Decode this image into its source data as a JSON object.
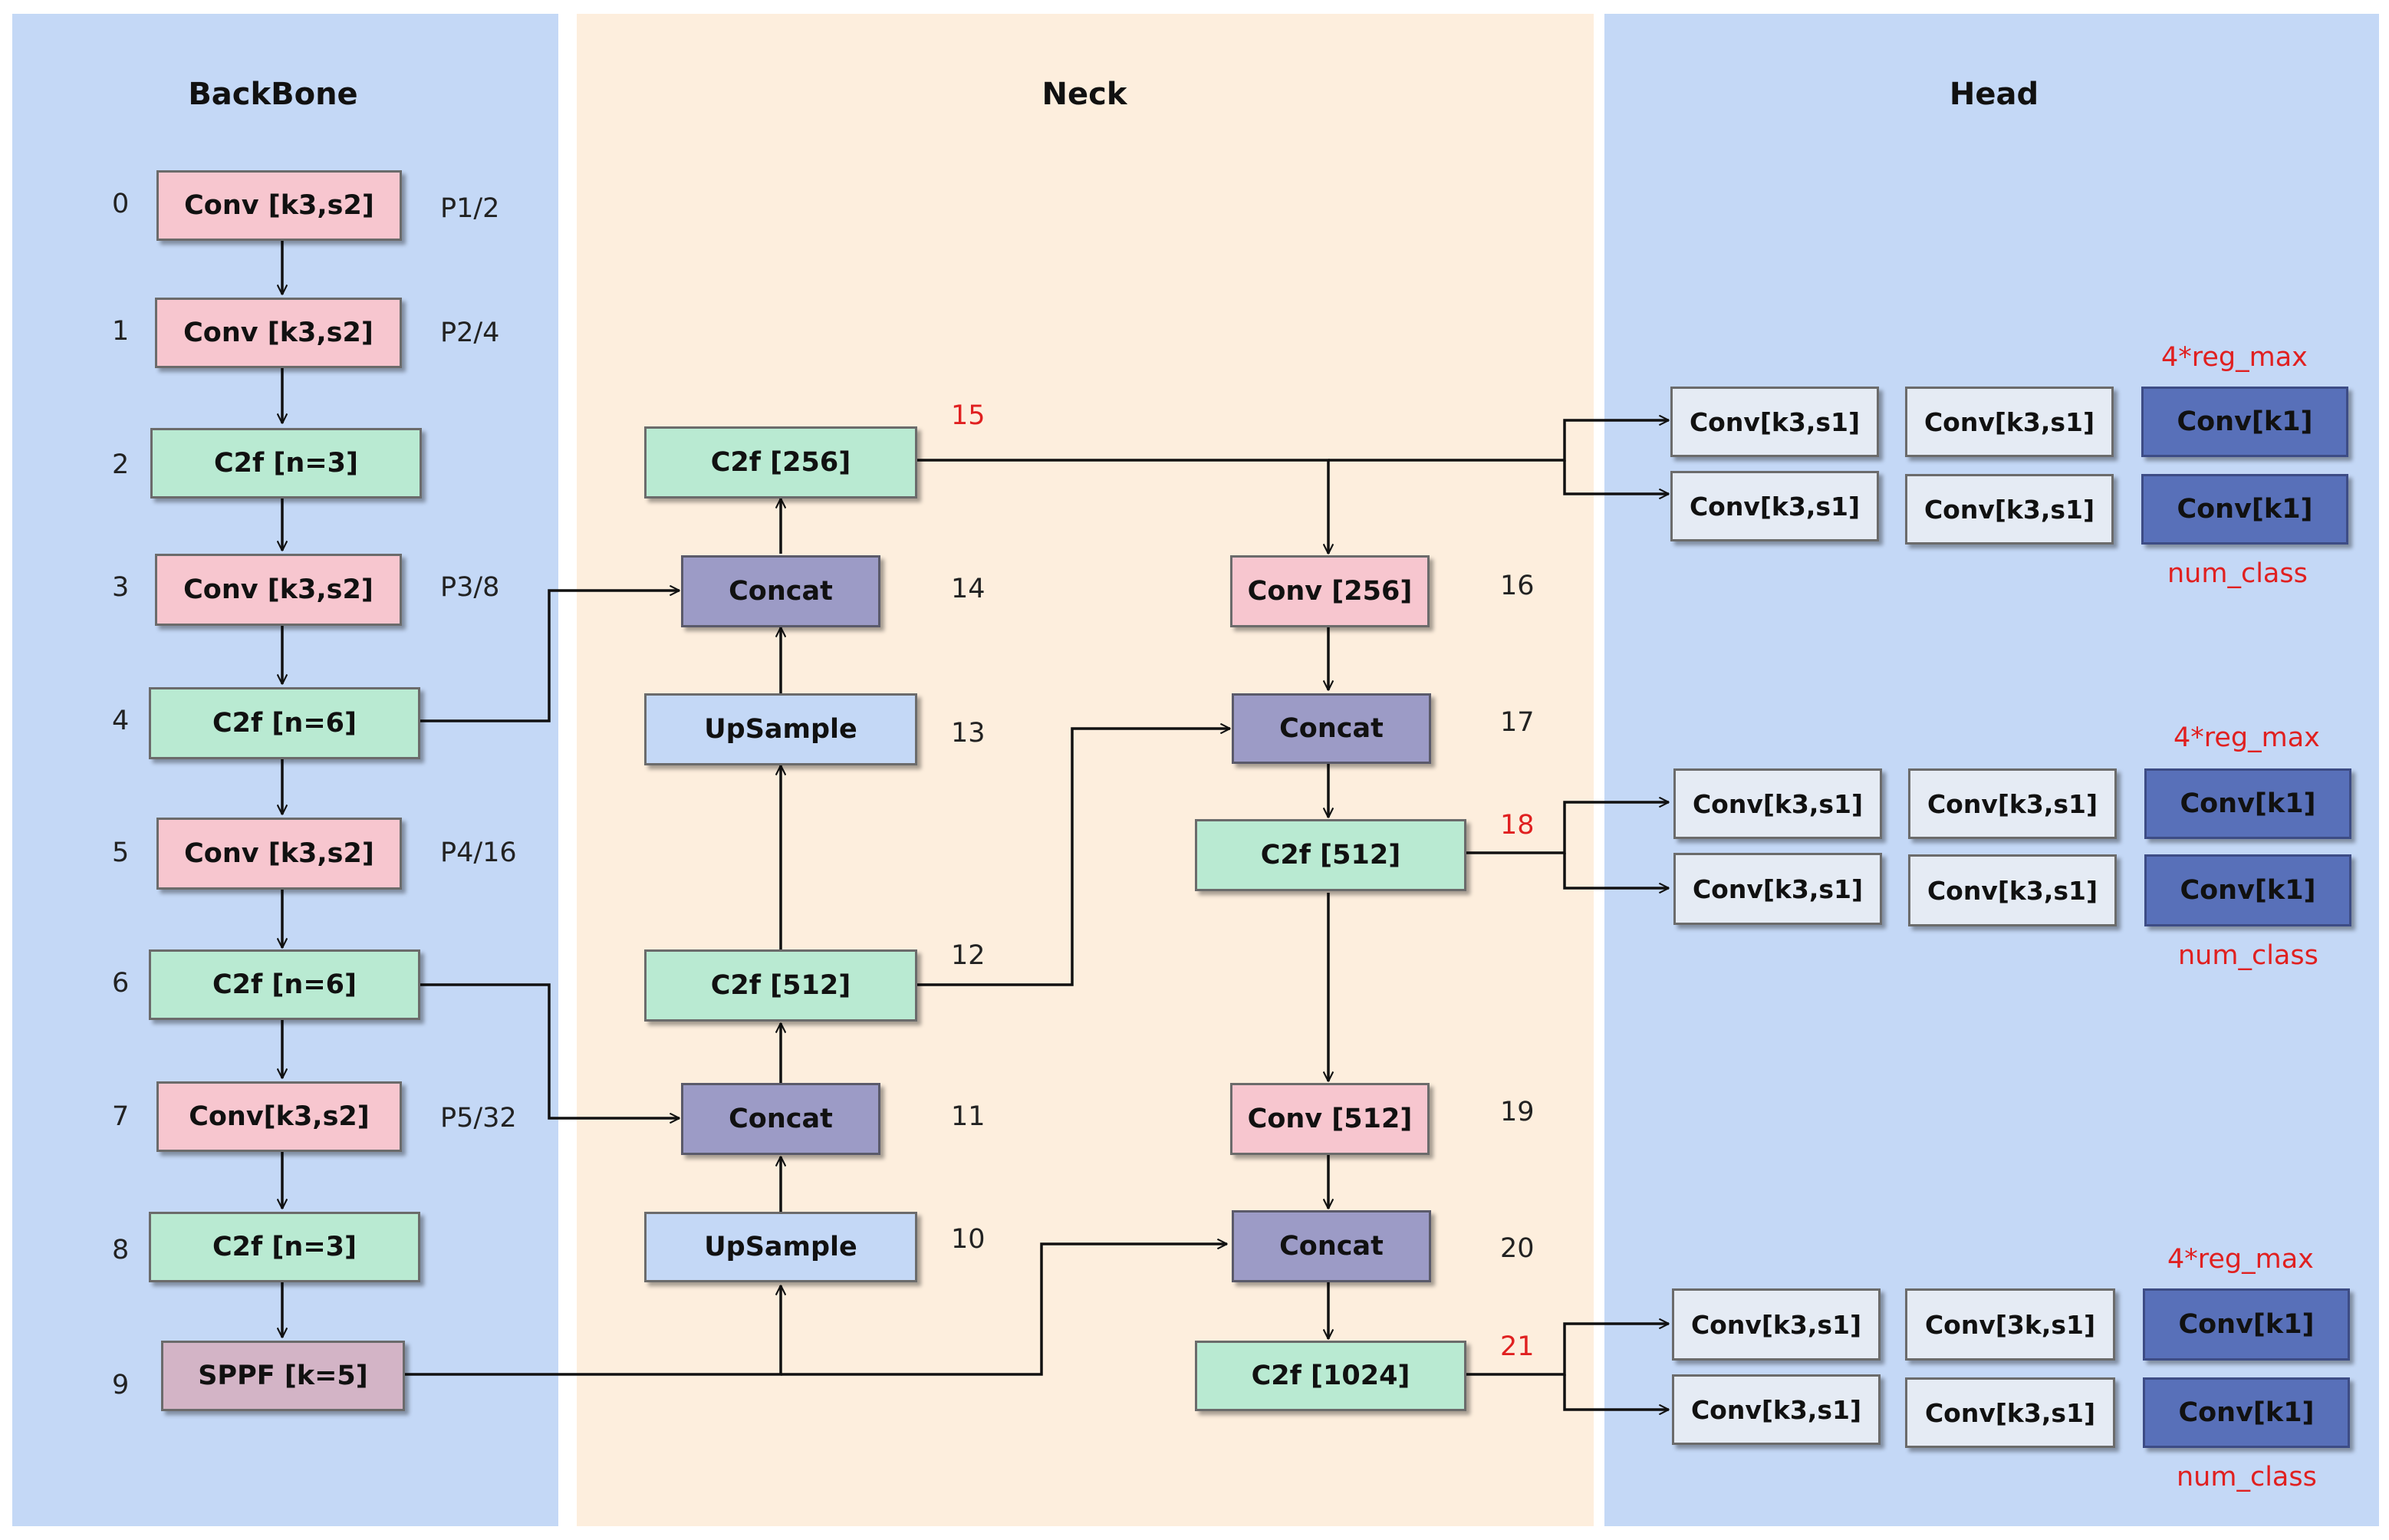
{
  "colors": {
    "panel_blue": "#c4d8f6",
    "panel_peach": "#fdeedd",
    "conv": "#f7c6cf",
    "c2f": "#b9ead2",
    "sppf": "#d3b4c6",
    "concat": "#9c9bc6",
    "upsample": "#c4d8f6",
    "head_light": "#e5ebf4",
    "head_dark": "#5870b9",
    "red_label": "#e02020"
  },
  "panels": {
    "backbone": "BackBone",
    "neck": "Neck",
    "head": "Head"
  },
  "backbone": {
    "layers": [
      {
        "index": "0",
        "label": "Conv [k3,s2]",
        "side": "P1/2"
      },
      {
        "index": "1",
        "label": "Conv [k3,s2]",
        "side": "P2/4"
      },
      {
        "index": "2",
        "label": "C2f [n=3]",
        "side": ""
      },
      {
        "index": "3",
        "label": "Conv [k3,s2]",
        "side": "P3/8"
      },
      {
        "index": "4",
        "label": "C2f [n=6]",
        "side": ""
      },
      {
        "index": "5",
        "label": "Conv [k3,s2]",
        "side": "P4/16"
      },
      {
        "index": "6",
        "label": "C2f [n=6]",
        "side": ""
      },
      {
        "index": "7",
        "label": "Conv[k3,s2]",
        "side": "P5/32"
      },
      {
        "index": "8",
        "label": "C2f [n=3]",
        "side": ""
      },
      {
        "index": "9",
        "label": "SPPF [k=5]",
        "side": ""
      }
    ]
  },
  "neck": {
    "n10": {
      "index": "10",
      "label": "UpSample"
    },
    "n11": {
      "index": "11",
      "label": "Concat"
    },
    "n12": {
      "index": "12",
      "label": "C2f [512]"
    },
    "n13": {
      "index": "13",
      "label": "UpSample"
    },
    "n14": {
      "index": "14",
      "label": "Concat"
    },
    "n15": {
      "index": "15",
      "label": "C2f [256]"
    },
    "n16": {
      "index": "16",
      "label": "Conv [256]"
    },
    "n17": {
      "index": "17",
      "label": "Concat"
    },
    "n18": {
      "index": "18",
      "label": "C2f [512]"
    },
    "n19": {
      "index": "19",
      "label": "Conv [512]"
    },
    "n20": {
      "index": "20",
      "label": "Concat"
    },
    "n21": {
      "index": "21",
      "label": "C2f [1024]"
    }
  },
  "head": {
    "groups": [
      {
        "top_label": "4*reg_max",
        "bottom_label": "num_class",
        "row1": [
          "Conv[k3,s1]",
          "Conv[k3,s1]",
          "Conv[k1]"
        ],
        "row2": [
          "Conv[k3,s1]",
          "Conv[k3,s1]",
          "Conv[k1]"
        ]
      },
      {
        "top_label": "4*reg_max",
        "bottom_label": "num_class",
        "row1": [
          "Conv[k3,s1]",
          "Conv[k3,s1]",
          "Conv[k1]"
        ],
        "row2": [
          "Conv[k3,s1]",
          "Conv[k3,s1]",
          "Conv[k1]"
        ]
      },
      {
        "top_label": "4*reg_max",
        "bottom_label": "num_class",
        "row1": [
          "Conv[k3,s1]",
          "Conv[3k,s1]",
          "Conv[k1]"
        ],
        "row2": [
          "Conv[k3,s1]",
          "Conv[k3,s1]",
          "Conv[k1]"
        ]
      }
    ]
  }
}
